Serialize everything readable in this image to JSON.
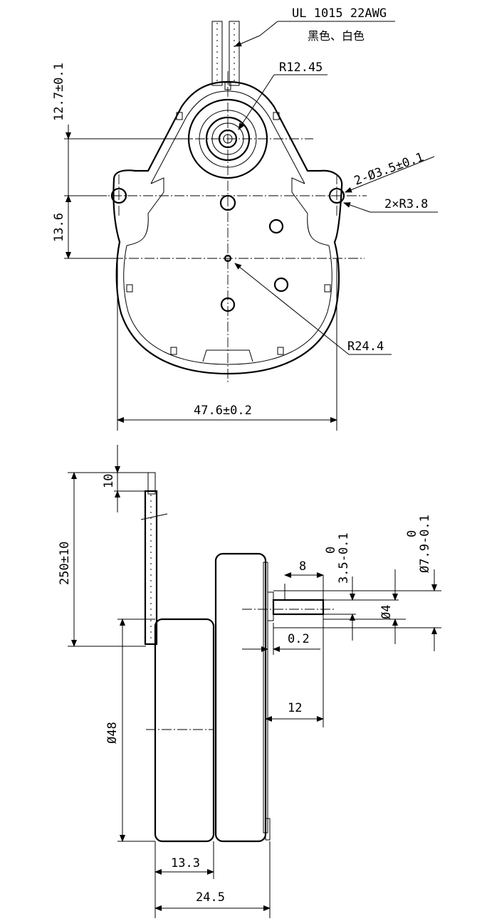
{
  "drawing": {
    "wire_spec": "UL 1015 22AWG",
    "wire_colors": "黑色、白色",
    "front_view": {
      "shaft_radius": "R12.45",
      "mount_holes": "2-Ø3.5±0.1",
      "ear_radius": "2×R3.8",
      "body_radius": "R24.4",
      "overall_width": "47.6±0.2",
      "top_offset": "12.7±0.1",
      "hole_offset": "13.6"
    },
    "side_view": {
      "wire_strip": "10",
      "wire_length": "250±10",
      "shaft_length": "8",
      "flat_tol": "3.5-0.1",
      "flat_tol_upper": "0",
      "shaft_tol": "Ø7.9-0.1",
      "shaft_tol_upper": "0",
      "shaft_dia": "Ø4",
      "gap": "0.2",
      "boss_length": "12",
      "body_dia": "Ø48",
      "motor_depth": "13.3",
      "total_depth": "24.5"
    }
  }
}
